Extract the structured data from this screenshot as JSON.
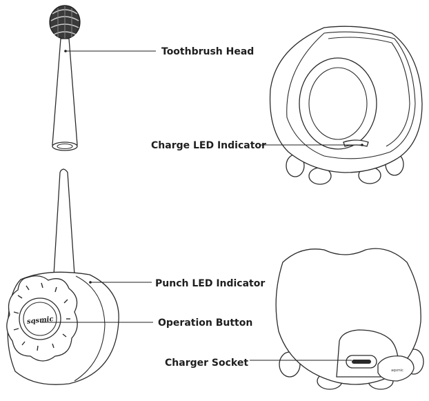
{
  "labels": {
    "toothbrush_head": "Toothbrush Head",
    "charge_led": "Charge LED Indicator",
    "punch_led": "Punch LED Indicator",
    "operation_button": "Operation Button",
    "charger_socket": "Charger Socket"
  },
  "handle_logo": "sqsmic",
  "plug_logo": "aqsmic"
}
